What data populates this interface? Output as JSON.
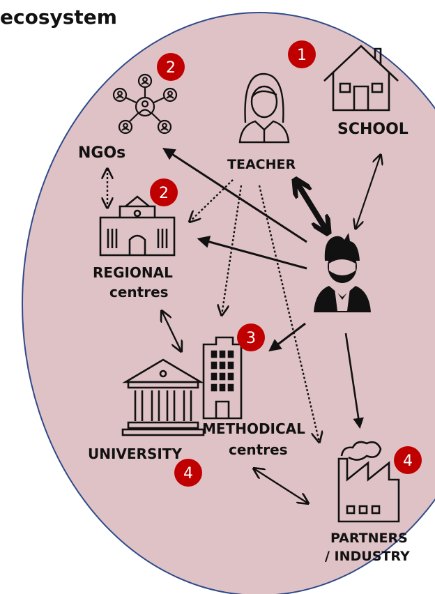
{
  "title": "ecosystem",
  "colors": {
    "circle_fill": "#dfc2c6",
    "circle_stroke": "#2e4a8a",
    "badge": "#c00000",
    "line": "#111111"
  },
  "nodes": {
    "ngos": {
      "label": "NGOs",
      "badge": "2",
      "icon": "network-people-icon"
    },
    "teacher": {
      "label": "TEACHER",
      "icon": "teacher-icon"
    },
    "school": {
      "label": "SCHOOL",
      "badge": "1",
      "icon": "house-icon"
    },
    "regional": {
      "line1": "REGIONAL",
      "line2": "centres",
      "badge": "2",
      "icon": "school-building-icon"
    },
    "student": {
      "icon": "student-icon"
    },
    "methodical": {
      "line1": "METHODICAL",
      "line2": "centres",
      "badge": "3",
      "icon": "office-building-icon"
    },
    "university": {
      "label": "UNIVERSITY",
      "badge": "4",
      "icon": "university-icon"
    },
    "partners": {
      "line1": "PARTNERS",
      "line2": "/ INDUSTRY",
      "badge": "4",
      "icon": "factory-icon"
    }
  }
}
